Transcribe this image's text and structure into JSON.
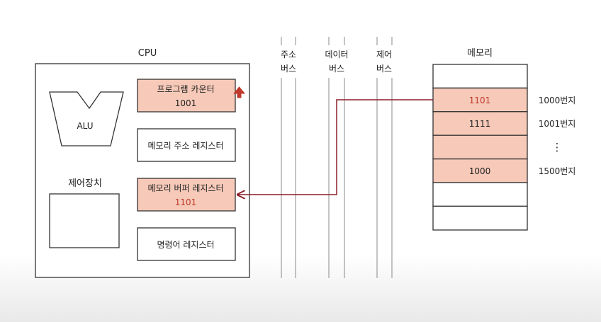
{
  "cpu": {
    "title": "CPU",
    "alu_label": "ALU",
    "control_unit_label": "제어장치",
    "registers": [
      {
        "name": "프로그램 카운터",
        "value": "1001",
        "highlighted": true
      },
      {
        "name": "메모리 주소 레지스터",
        "value": "",
        "highlighted": false
      },
      {
        "name": "메모리 버퍼 레지스터",
        "value": "1101",
        "highlighted": true
      },
      {
        "name": "명령어 레지스터",
        "value": "",
        "highlighted": false
      }
    ]
  },
  "buses": [
    {
      "line1": "주소",
      "line2": "버스"
    },
    {
      "line1": "데이터",
      "line2": "버스"
    },
    {
      "line1": "제어",
      "line2": "버스"
    }
  ],
  "memory": {
    "title": "메모리",
    "cells": [
      {
        "value": "",
        "address": "",
        "highlighted": false
      },
      {
        "value": "1101",
        "address": "1000번지",
        "highlighted": true
      },
      {
        "value": "1111",
        "address": "1001번지",
        "highlighted": true
      },
      {
        "value": "",
        "address": "",
        "highlighted": true
      },
      {
        "value": "1000",
        "address": "1500번지",
        "highlighted": true
      },
      {
        "value": "",
        "address": "",
        "highlighted": false
      },
      {
        "value": "",
        "address": "",
        "highlighted": false
      }
    ],
    "ellipsis": "⋮"
  },
  "colors": {
    "highlight_fill": "#f6c9b8",
    "accent_red": "#c0392b",
    "data_arrow": "#8b1f2a",
    "stroke": "#333333"
  },
  "icons": {
    "pc_increment": "up-arrow-icon",
    "data_flow": "arrow-left-icon"
  }
}
